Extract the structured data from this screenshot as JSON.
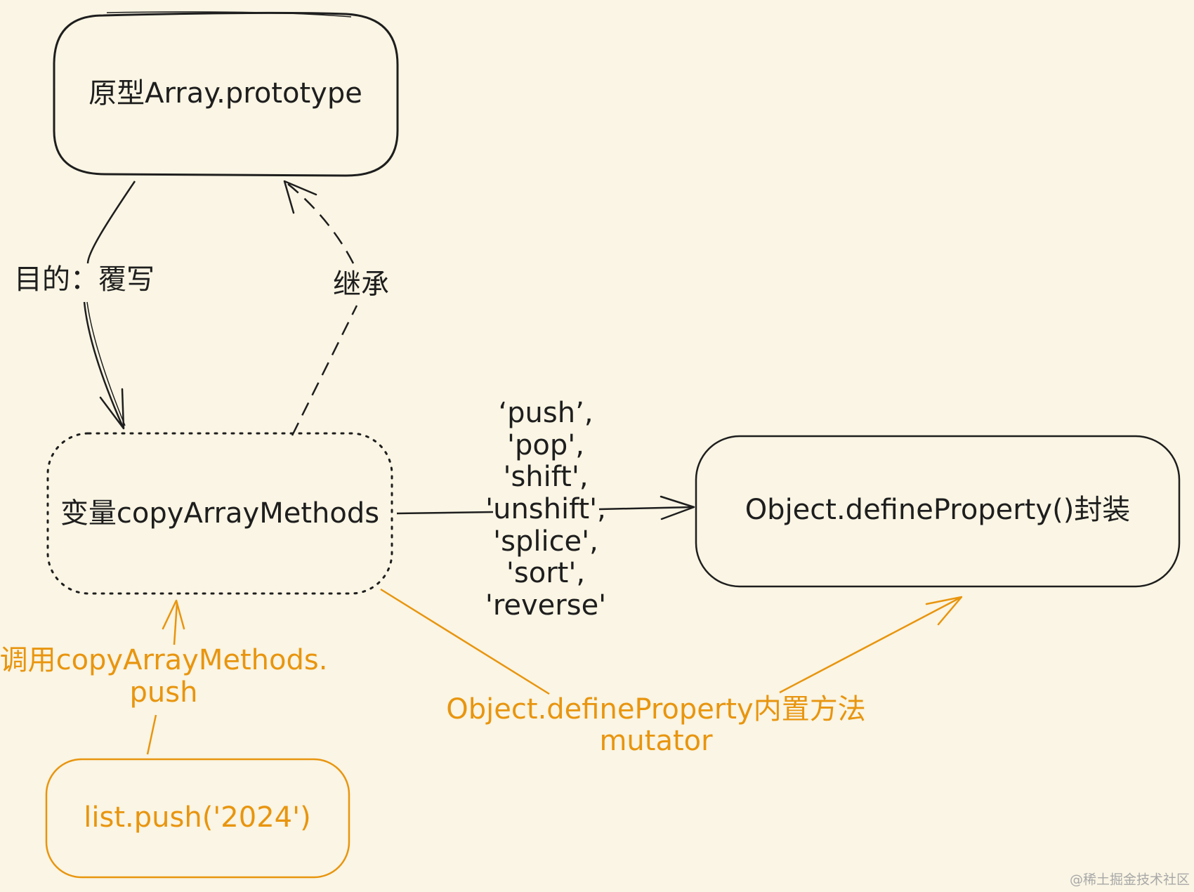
{
  "colors": {
    "background": "#faf5e4",
    "stroke": "#1e1e1e",
    "accent": "#e8950f",
    "watermark": "#a8a8a8"
  },
  "nodes": {
    "prototype": {
      "label": "原型Array.prototype"
    },
    "copy_methods": {
      "label": "变量copyArrayMethods"
    },
    "define_property": {
      "label": "Object.defineProperty()封装"
    },
    "list_push": {
      "label": "list.push('2024')"
    }
  },
  "edges": {
    "override": {
      "label": "目的：覆写"
    },
    "inherit": {
      "label": "继承"
    },
    "methods": {
      "lines": [
        "‘push’,",
        "'pop',",
        "'shift',",
        "'unshift',",
        "'splice',",
        "'sort',",
        "'reverse'"
      ]
    },
    "call": {
      "lines": [
        "调用copyArrayMethods.",
        "push"
      ]
    },
    "mutator": {
      "lines": [
        "Object.defineProperty内置方法",
        "mutator"
      ]
    }
  },
  "watermark": "@稀土掘金技术社区"
}
